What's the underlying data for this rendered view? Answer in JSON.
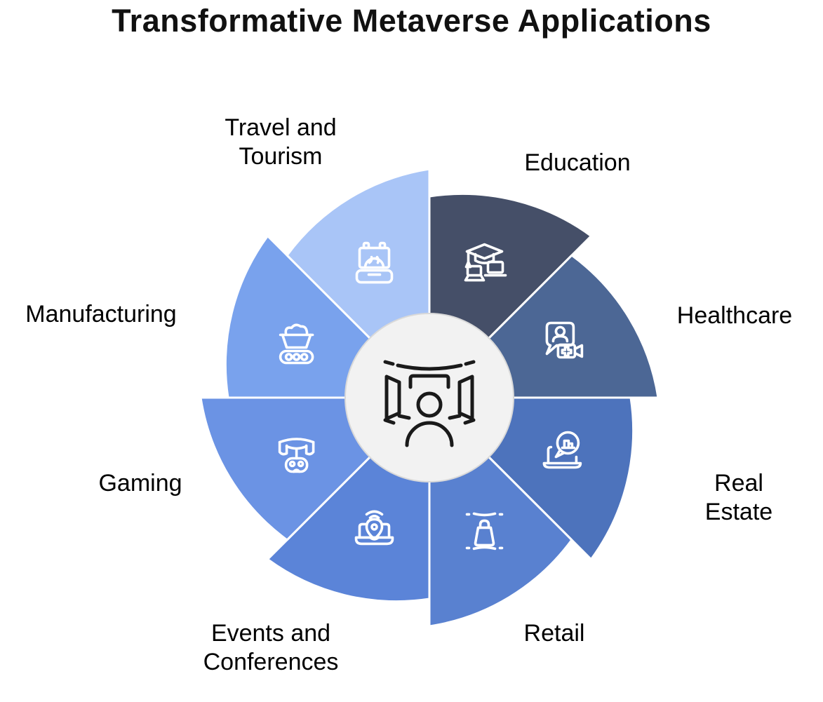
{
  "title": "Transformative Metaverse Applications",
  "center": {
    "icon": "vr-person-icon",
    "bg_color": "#f2f2f2",
    "border_color": "#d9d9d9",
    "icon_color": "#1a1a1a"
  },
  "wheel": {
    "gap_color": "#ffffff",
    "icon_stroke_color": "#ffffff",
    "segments": [
      {
        "id": "education",
        "label": "Education",
        "color": "#454f68",
        "icon": "graduation-laptops-icon",
        "start_angle": 0,
        "end_angle": 45
      },
      {
        "id": "healthcare",
        "label": "Healthcare",
        "color": "#4c6795",
        "icon": "telehealth-icon",
        "start_angle": 45,
        "end_angle": 90
      },
      {
        "id": "real-estate",
        "label": "Real Estate",
        "color": "#4d73bc",
        "icon": "realestate-laptop-icon",
        "start_angle": 90,
        "end_angle": 135
      },
      {
        "id": "retail",
        "label": "Retail",
        "color": "#5981d0",
        "icon": "retail-bag-icon",
        "start_angle": 135,
        "end_angle": 180
      },
      {
        "id": "events",
        "label": "Events and\nConferences",
        "color": "#5b84d8",
        "icon": "events-laptop-pin-icon",
        "start_angle": 180,
        "end_angle": 225
      },
      {
        "id": "gaming",
        "label": "Gaming",
        "color": "#6b93e4",
        "icon": "gaming-vr-icon",
        "start_angle": 225,
        "end_angle": 270
      },
      {
        "id": "manufacturing",
        "label": "Manufacturing",
        "color": "#79a2ed",
        "icon": "manufacturing-conveyor-icon",
        "start_angle": 270,
        "end_angle": 315
      },
      {
        "id": "travel",
        "label": "Travel and\nTourism",
        "color": "#a9c5f7",
        "icon": "suitcase-globe-icon",
        "start_angle": 315,
        "end_angle": 360
      }
    ]
  }
}
